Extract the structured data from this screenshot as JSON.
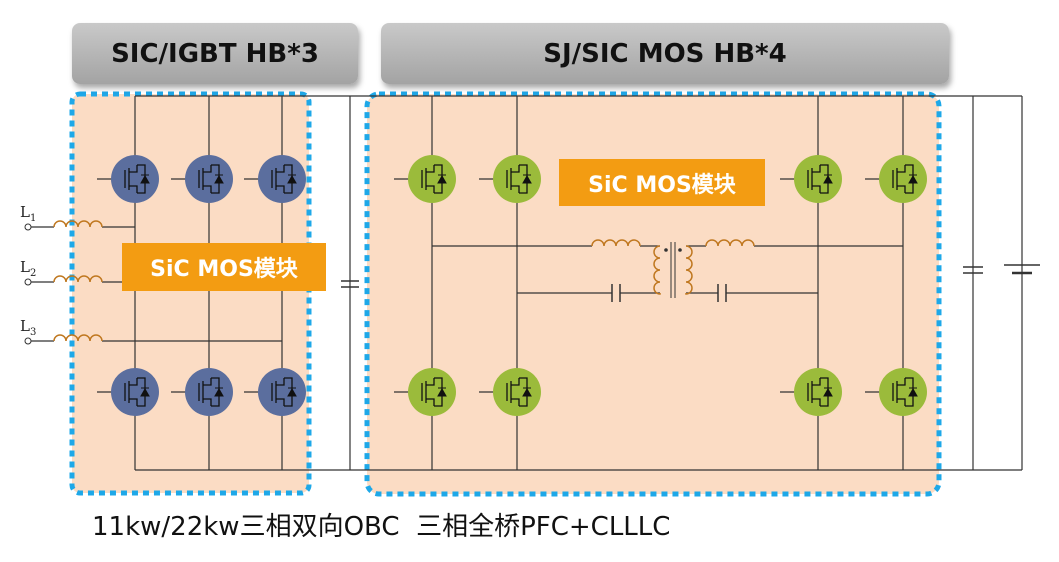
{
  "headers": {
    "left": "SIC/IGBT HB*3",
    "right": "SJ/SIC MOS HB*4"
  },
  "module_labels": {
    "left": "SiC MOS模块",
    "right": "SiC MOS模块"
  },
  "phases": [
    {
      "base": "L",
      "sub": "1"
    },
    {
      "base": "L",
      "sub": "2"
    },
    {
      "base": "L",
      "sub": "3"
    }
  ],
  "caption": "11kw/22kw三相双向OBC  三相全桥PFC+CLLLC",
  "colors": {
    "region_fill": "#fbdcc4",
    "region_border": "#1ea8e8",
    "pfc_switch": "#5b6e9e",
    "dcdc_switch": "#9bbb3b",
    "module_label_bg": "#f39c12",
    "header_bg": "#b5b5b5",
    "wire": "#333333",
    "inductor": "#c07820"
  }
}
